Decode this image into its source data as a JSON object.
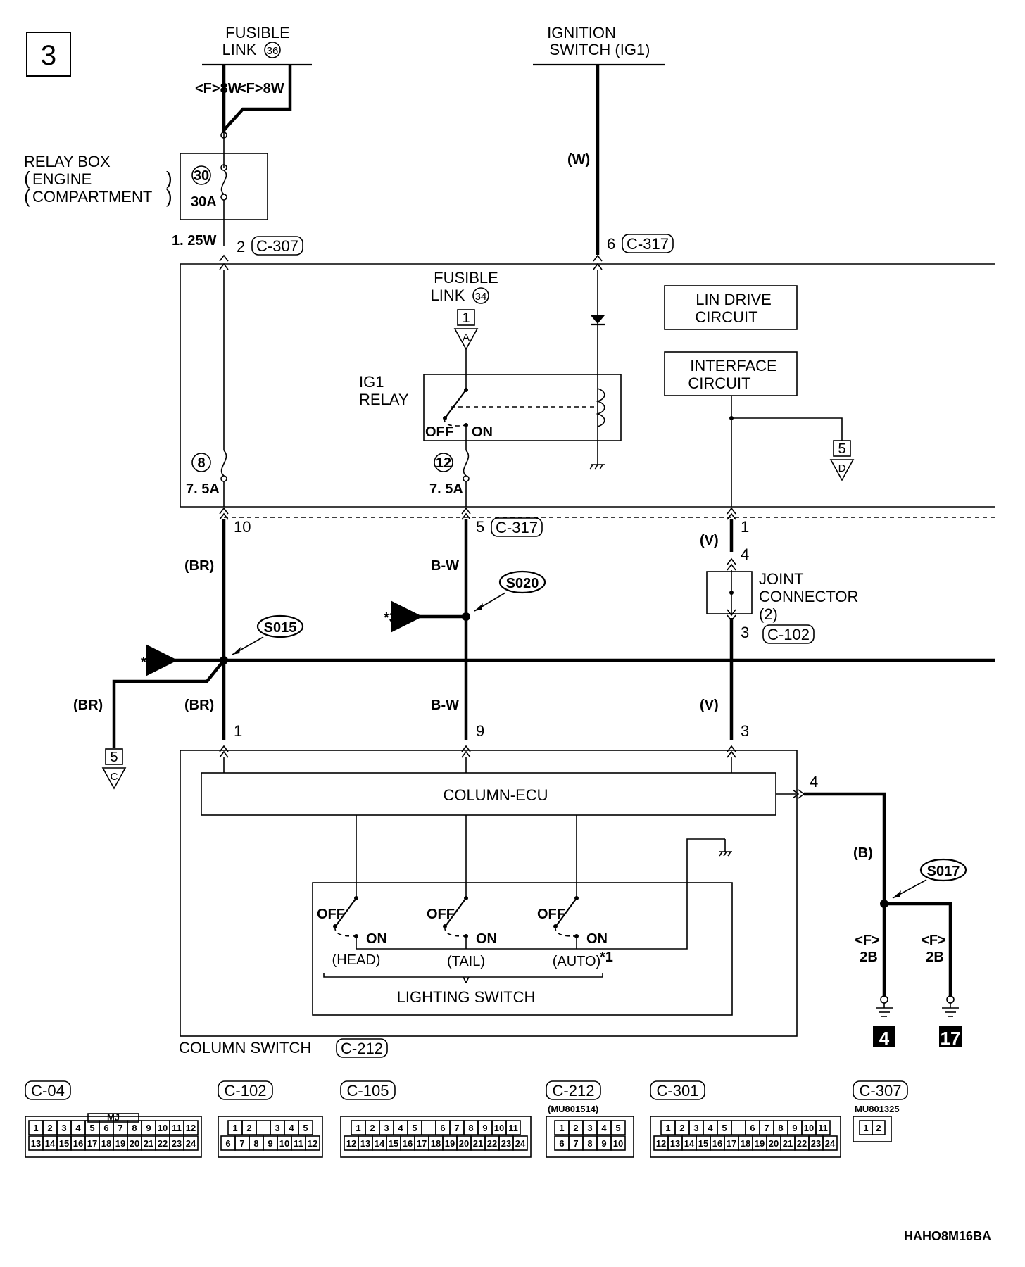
{
  "page_number": "3",
  "sources": {
    "fusible_link_36_text": "FUSIBLE",
    "fusible_link_36_text2": "LINK",
    "fusible_link_36_num": "36",
    "ignition_switch_line1": "IGNITION",
    "ignition_switch_line2": "SWITCH (IG1)"
  },
  "wire_specs": {
    "f8w_left": "<F>8W",
    "f8w_right": "<F>8W",
    "w_ign": "(W)",
    "w_125": "1. 25W",
    "br_upper": "(BR)",
    "br_lower": "(BR)",
    "br_left": "(BR)",
    "bw_upper": "B-W",
    "bw_lower": "B-W",
    "v_upper": "(V)",
    "v_lower": "(V)",
    "b_ground": "(B)",
    "f2b_left_1": "<F>",
    "f2b_left_2": "2B",
    "f2b_right_1": "<F>",
    "f2b_right_2": "2B"
  },
  "relay_box": {
    "line1": "RELAY BOX",
    "line2": "ENGINE",
    "line3": "COMPARTMENT",
    "fuse_num": "30",
    "fuse_amp": "30A"
  },
  "fuses": {
    "f8_num": "8",
    "f8_amp": "7. 5A",
    "f12_num": "12",
    "f12_amp": "7. 5A"
  },
  "fusible_link_34": {
    "line1": "FUSIBLE",
    "line2": "LINK",
    "num": "34",
    "ref_num": "1",
    "ref_letter": "A"
  },
  "ig1_relay": {
    "line1": "IG1",
    "line2": "RELAY",
    "off": "OFF",
    "on": "ON"
  },
  "lin_drive": {
    "line1": "LIN DRIVE",
    "line2": "CIRCUIT"
  },
  "interface": {
    "line1": "INTERFACE",
    "line2": "CIRCUIT"
  },
  "ref_d": {
    "num": "5",
    "letter": "D"
  },
  "ref_c": {
    "num": "5",
    "letter": "C"
  },
  "connectors": {
    "c307": "C-307",
    "c317_top": "C-317",
    "c317_bottom": "C-317",
    "c102": "C-102",
    "c212": "C-212"
  },
  "pins": {
    "p2": "2",
    "p6": "6",
    "p10": "10",
    "p5": "5",
    "p1": "1",
    "p4_jc": "4",
    "p3_jc": "3",
    "p1_cs": "1",
    "p9_cs": "9",
    "p3_cs": "3",
    "p4_cs": "4"
  },
  "joint_connector": {
    "line1": "JOINT",
    "line2": "CONNECTOR",
    "line3": "(2)"
  },
  "splices": {
    "s020": "S020",
    "s015": "S015",
    "s017": "S017"
  },
  "notes": {
    "n3": "*3",
    "n2": "*2",
    "n1": "*1"
  },
  "column_switch": {
    "ecu": "COLUMN-ECU",
    "off": "OFF",
    "on": "ON",
    "head": "(HEAD)",
    "tail": "(TAIL)",
    "auto": "(AUTO)",
    "lighting_switch": "LIGHTING SWITCH",
    "title": "COLUMN SWITCH"
  },
  "grounds": {
    "g4": "4",
    "g17": "17"
  },
  "connector_views": [
    {
      "label": "C-04",
      "part": "",
      "tag": "MJ",
      "row1": [
        "1",
        "2",
        "3",
        "4",
        "5",
        "6",
        "7",
        "8",
        "9",
        "10",
        "11",
        "12"
      ],
      "row2": [
        "13",
        "14",
        "15",
        "16",
        "17",
        "18",
        "19",
        "20",
        "21",
        "22",
        "23",
        "24"
      ]
    },
    {
      "label": "C-102",
      "part": "",
      "row1": [
        "1",
        "2",
        "",
        "3",
        "4",
        "5"
      ],
      "row2": [
        "6",
        "7",
        "8",
        "9",
        "10",
        "11",
        "12"
      ]
    },
    {
      "label": "C-105",
      "part": "",
      "row1": [
        "1",
        "2",
        "3",
        "4",
        "5",
        "",
        "6",
        "7",
        "8",
        "9",
        "10",
        "11"
      ],
      "row2": [
        "12",
        "13",
        "14",
        "15",
        "16",
        "17",
        "18",
        "19",
        "20",
        "21",
        "22",
        "23",
        "24"
      ]
    },
    {
      "label": "C-212",
      "part": "(MU801514)",
      "row1": [
        "1",
        "2",
        "3",
        "4",
        "5"
      ],
      "row2": [
        "6",
        "7",
        "8",
        "9",
        "10"
      ]
    },
    {
      "label": "C-301",
      "part": "",
      "row1": [
        "1",
        "2",
        "3",
        "4",
        "5",
        "",
        "6",
        "7",
        "8",
        "9",
        "10",
        "11"
      ],
      "row2": [
        "12",
        "13",
        "14",
        "15",
        "16",
        "17",
        "18",
        "19",
        "20",
        "21",
        "22",
        "23",
        "24"
      ]
    },
    {
      "label": "C-307",
      "part": "MU801325",
      "row1": [
        "1",
        "2"
      ],
      "row2": []
    }
  ],
  "figure_code": "HAHO8M16BA"
}
